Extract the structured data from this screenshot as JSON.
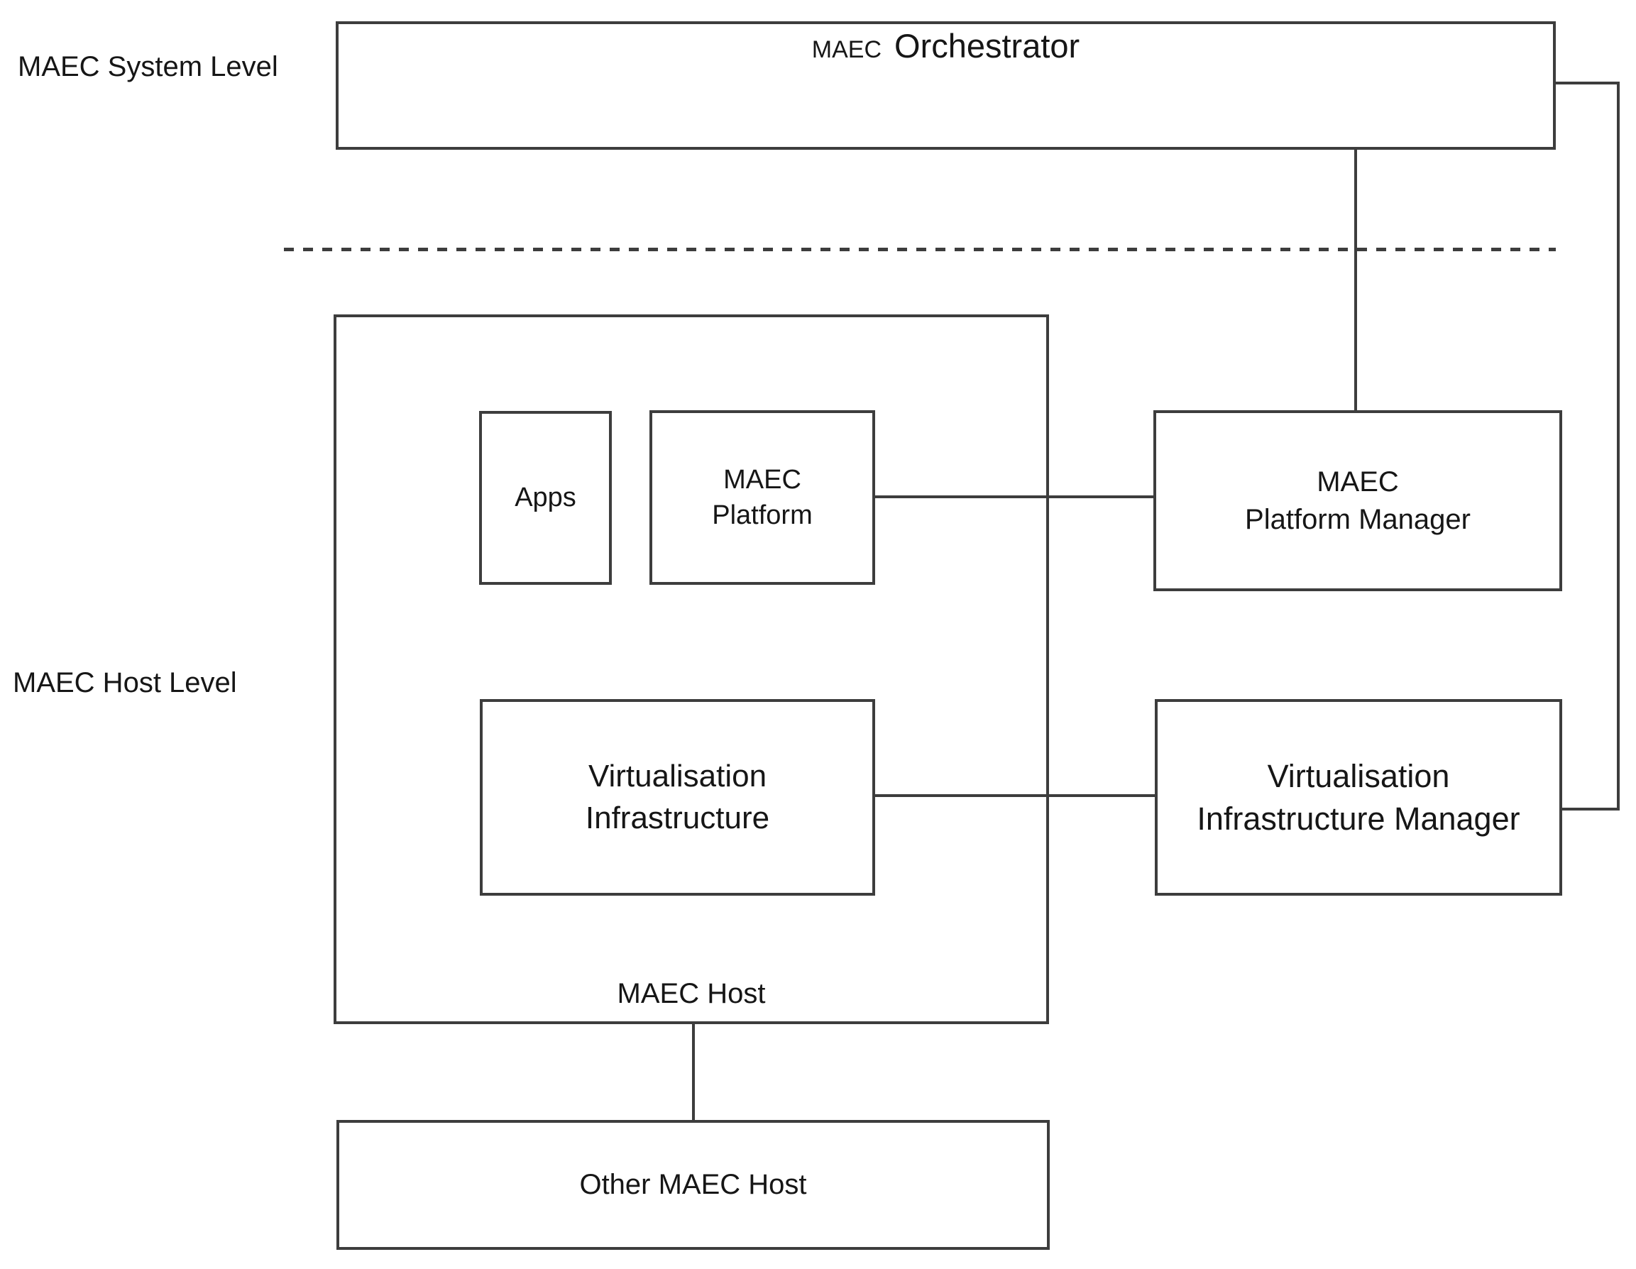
{
  "colors": {
    "background": "#ffffff",
    "line": "#3d3d3d",
    "text": "#161616"
  },
  "level_labels": {
    "system": "MAEC System Level",
    "host": "MAEC Host Level"
  },
  "nodes": {
    "orchestrator": {
      "prefix": "MAEC",
      "title": "Orchestrator"
    },
    "apps": {
      "title": "Apps"
    },
    "maec_platform": {
      "line1": "MAEC",
      "line2": "Platform"
    },
    "maec_platform_manager": {
      "line1": "MAEC",
      "line2": "Platform Manager"
    },
    "virtualisation_infrastructure": {
      "line1": "Virtualisation",
      "line2": "Infrastructure"
    },
    "virtualisation_infrastructure_manager": {
      "line1": "Virtualisation",
      "line2": "Infrastructure Manager"
    },
    "maec_host": {
      "caption": "MAEC Host"
    },
    "other_maec_host": {
      "title": "Other MAEC Host"
    }
  }
}
